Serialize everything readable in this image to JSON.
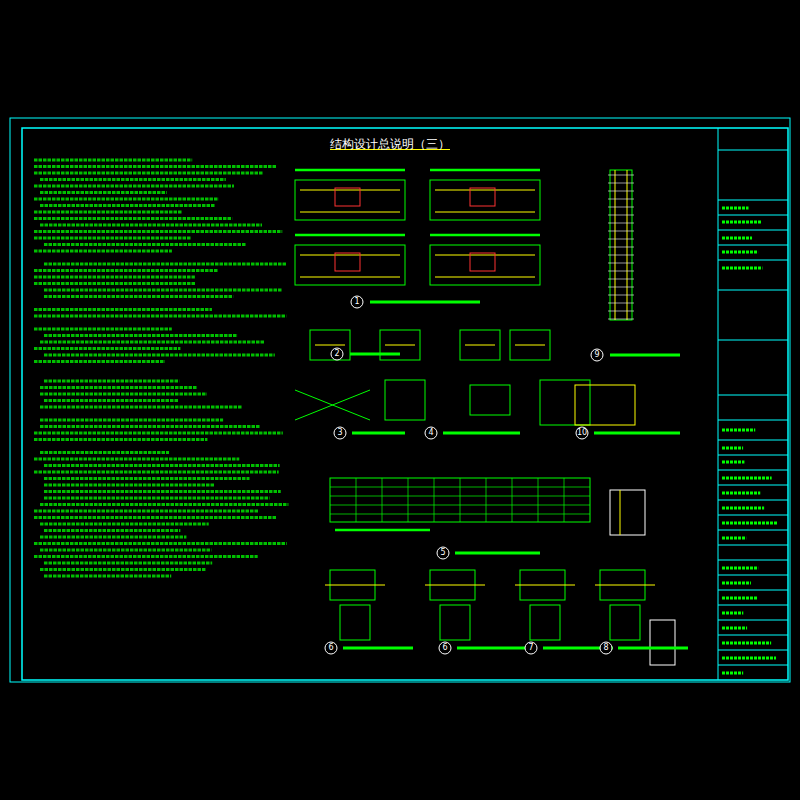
{
  "diagram": {
    "title": "结构设计总说明（三）",
    "labels": [
      "1",
      "2",
      "3",
      "4",
      "5",
      "6",
      "6",
      "7",
      "8",
      "9",
      "10"
    ]
  }
}
